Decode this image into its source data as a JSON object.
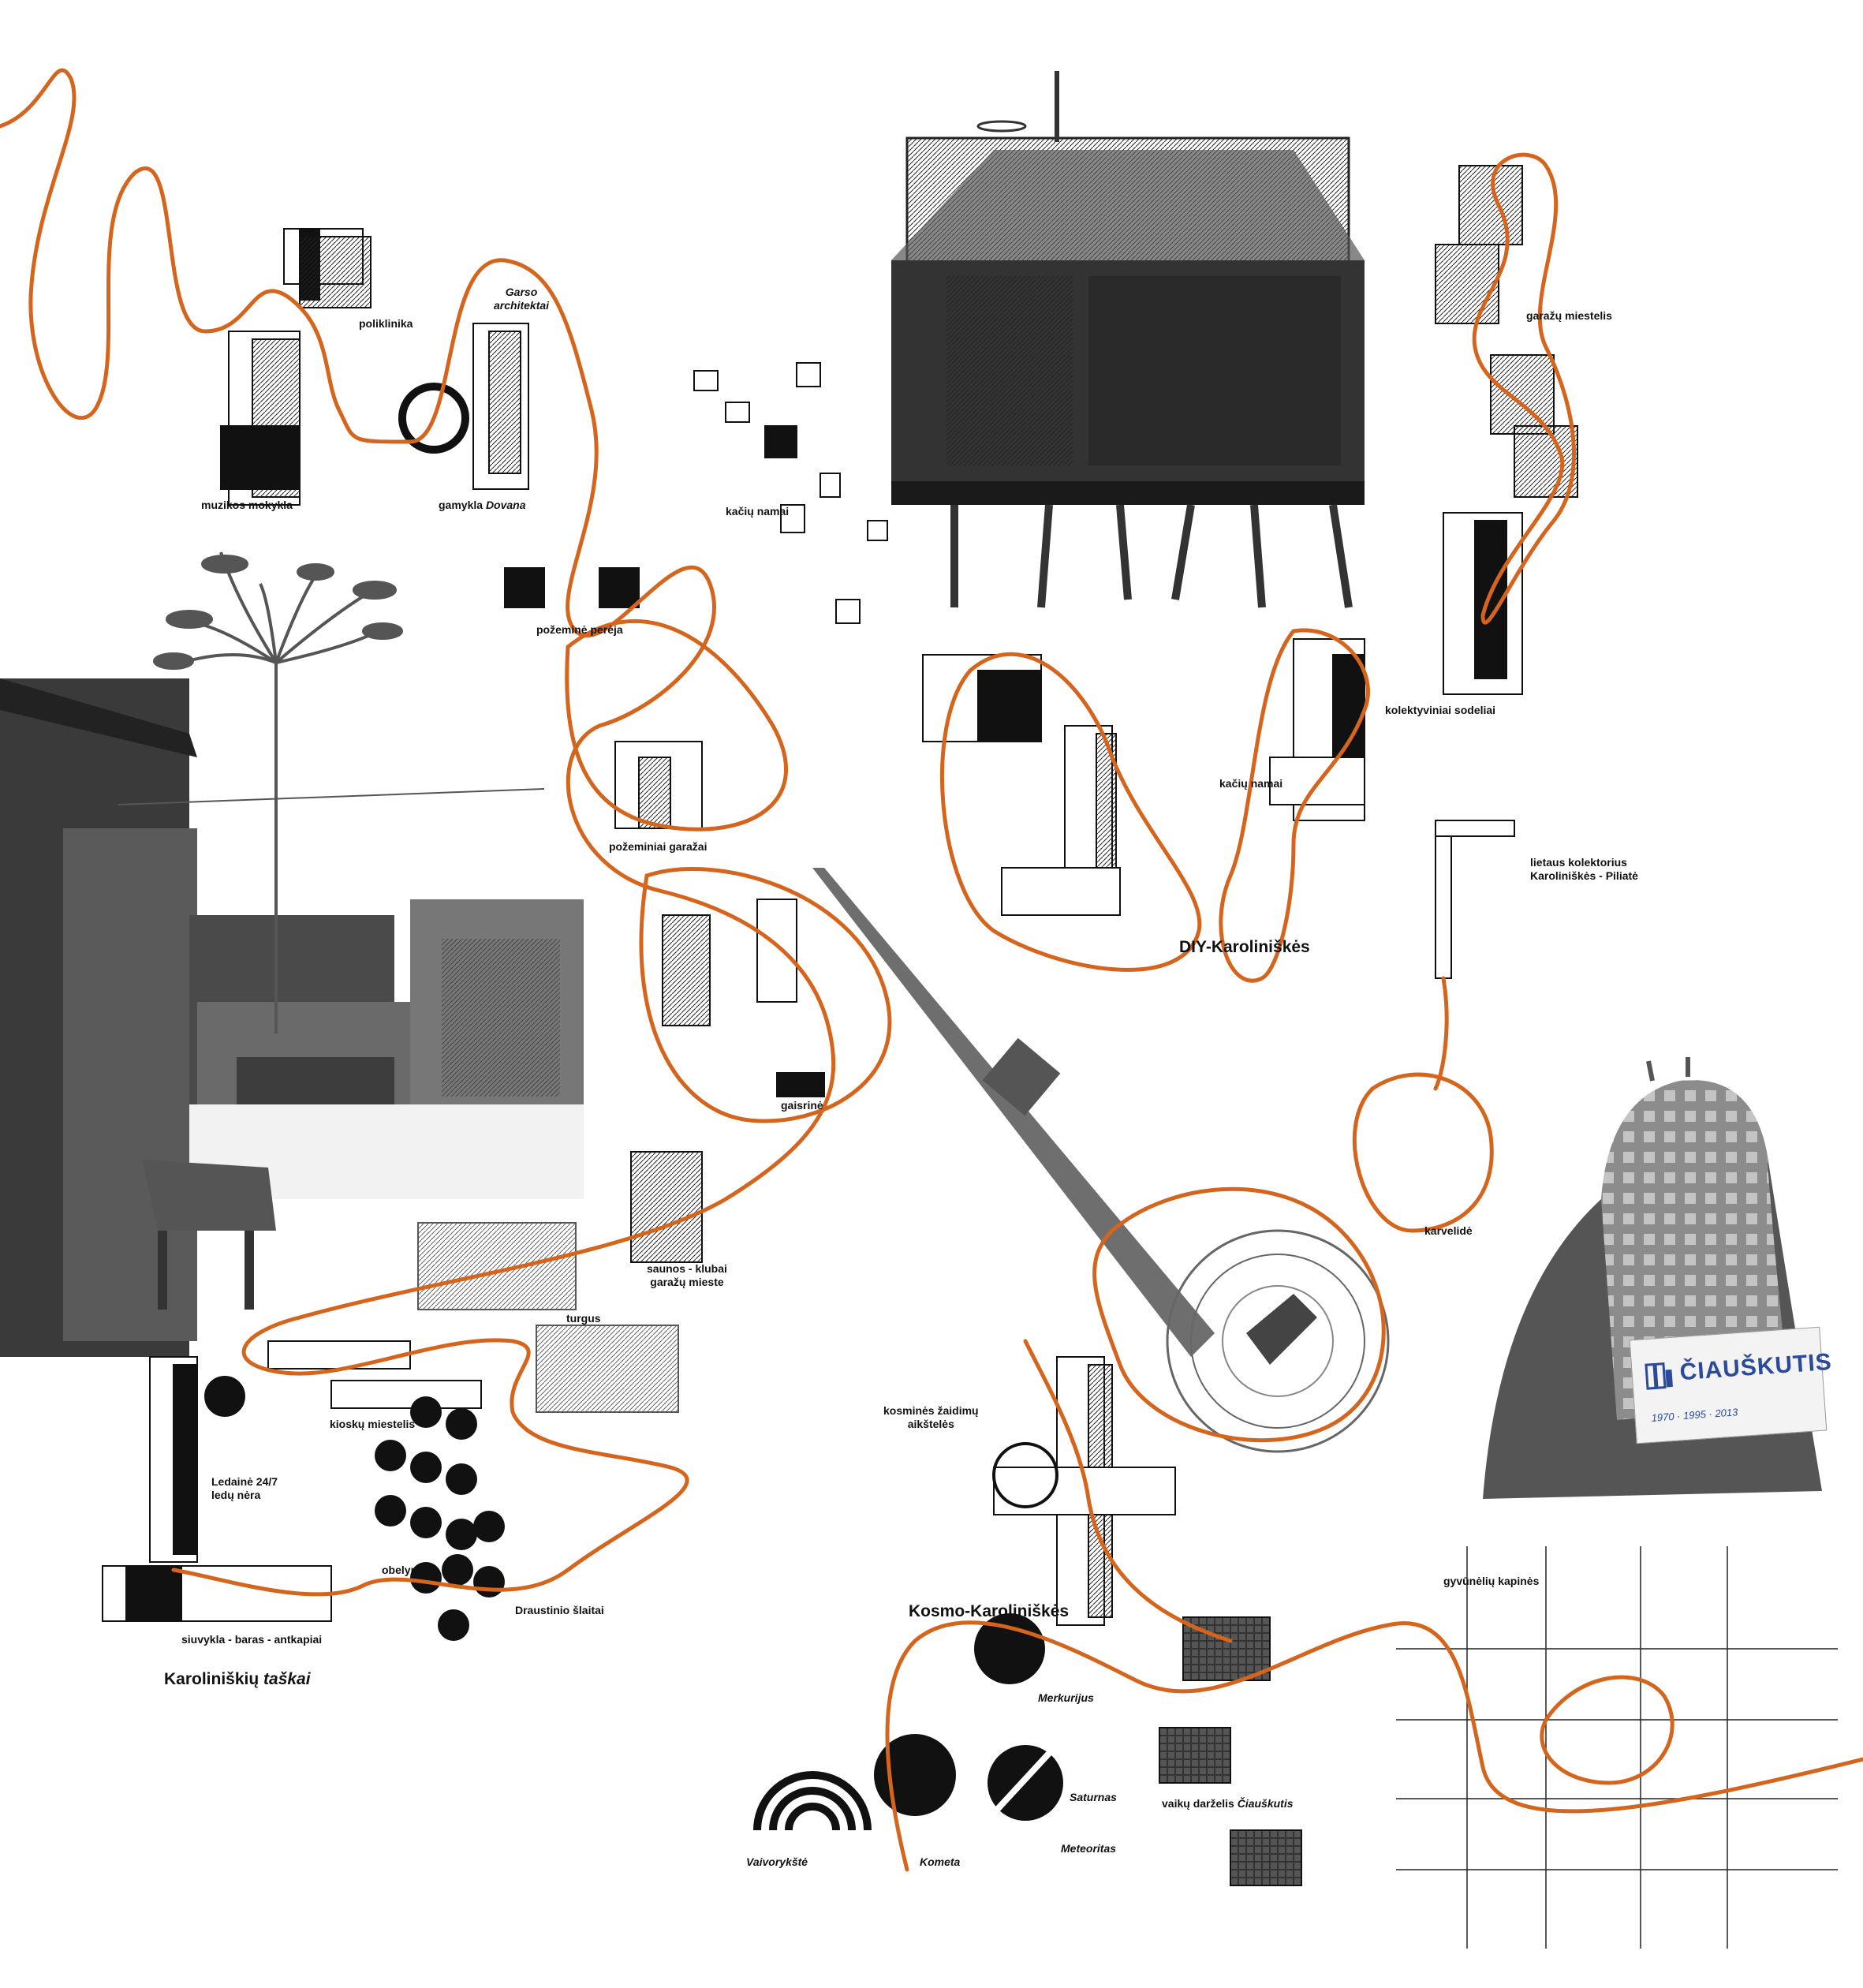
{
  "map": {
    "route_color": "#d5641c",
    "ink_color": "#111111",
    "places": {
      "poliklinika": "poliklinika",
      "garso_architektai_line1": "Garso",
      "garso_architektai_line2": "architektai",
      "muzikos_mokykla": "muzikos mokykla",
      "gamykla_prefix": "gamykla ",
      "gamykla_name": "Dovana",
      "pozemine_pereja": "požeminė perėja",
      "kaciu_namai_1": "kačių namai",
      "garazu_miestelis": "garažų miestelis",
      "kolektyviniai_sodeliai": "kolektyviniai sodeliai",
      "kaciu_namai_2": "kačių namai",
      "pozeminiai_garazai": "požeminiai garažai",
      "lietaus_kolektorius_line1": "lietaus kolektorius",
      "lietaus_kolektorius_line2": "Karoliniškės - Piliatė",
      "diy_karoliniskes": "DIY-Karoliniškės",
      "gaisrine": "gaisrinė",
      "karvelide": "karvelidė",
      "saunos_klubai_line1": "saunos - klubai",
      "saunos_klubai_line2": "garažų mieste",
      "turgus": "turgus",
      "kiosku_miestelis": "kioskų miestelis",
      "kosmines_line1": "kosminės žaidimų",
      "kosmines_line2": "aikštelės",
      "ledaine_line1": "Ledainė 24/7",
      "ledaine_line2": "ledų nėra",
      "obelynas": "obelynas",
      "draustinio_slaitai": "Draustinio šlaitai",
      "siuvykla": "siuvykla - baras - antkapiai",
      "karoliniskiu_prefix": "Karoliniškių ",
      "karoliniskiu_taskai": "taškai",
      "kosmo_karoliniskes": "Kosmo-Karoliniškės",
      "gyvuneliu_kapines": "gyvūnėlių kapinės",
      "merkurijus": "Merkurijus",
      "saturnas": "Saturnas",
      "meteoritas": "Meteoritas",
      "kometa": "Kometa",
      "vaivoryksle": "Vaivorykštė",
      "vaiku_darzelis_prefix": "vaikų darželis ",
      "vaiku_darzelis_name": "Čiauškutis"
    },
    "logo": {
      "title": "ČIAUŠKUTIS",
      "years": "1970 · 1995 · 2013"
    }
  }
}
